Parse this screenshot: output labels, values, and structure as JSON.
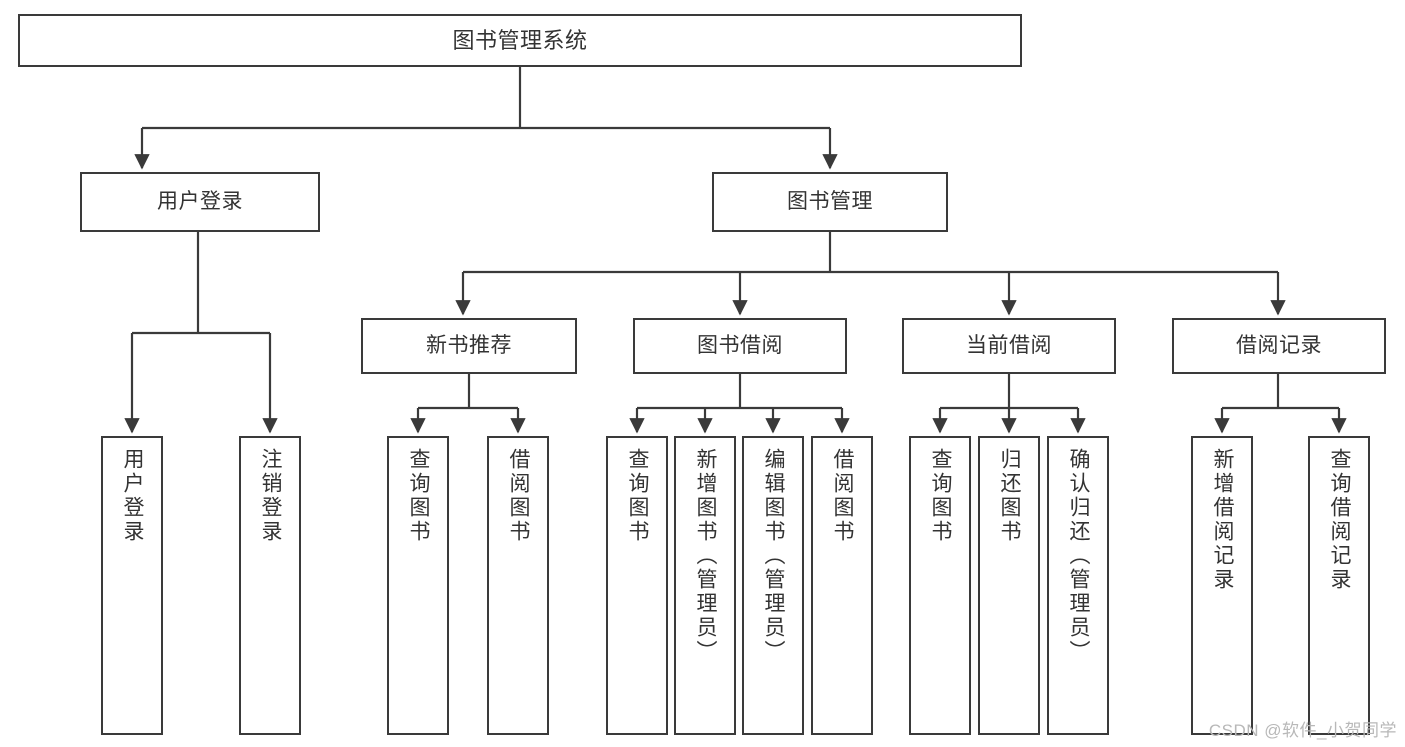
{
  "diagram": {
    "title": "图书管理系统",
    "stroke_color": "#3a3a3a",
    "text_color": "#333333",
    "background_color": "#ffffff",
    "watermark": "CSDN @软件_小贺同学"
  },
  "levels": {
    "root": {
      "label": "图书管理系统"
    },
    "level2": [
      {
        "label": "用户登录"
      },
      {
        "label": "图书管理"
      }
    ],
    "level3": [
      {
        "label": "新书推荐"
      },
      {
        "label": "图书借阅"
      },
      {
        "label": "当前借阅"
      },
      {
        "label": "借阅记录"
      }
    ],
    "leaves": {
      "user_login": [
        {
          "label": "用户登录"
        },
        {
          "label": "注销登录"
        }
      ],
      "new_book_recommend": [
        {
          "label": "查询图书"
        },
        {
          "label": "借阅图书"
        }
      ],
      "book_borrow": [
        {
          "label": "查询图书"
        },
        {
          "label": "新增图书（管理员）"
        },
        {
          "label": "编辑图书（管理员）"
        },
        {
          "label": "借阅图书"
        }
      ],
      "current_borrow": [
        {
          "label": "查询图书"
        },
        {
          "label": "归还图书"
        },
        {
          "label": "确认归还（管理员）"
        }
      ],
      "borrow_record": [
        {
          "label": "新增借阅记录"
        },
        {
          "label": "查询借阅记录"
        }
      ]
    }
  }
}
